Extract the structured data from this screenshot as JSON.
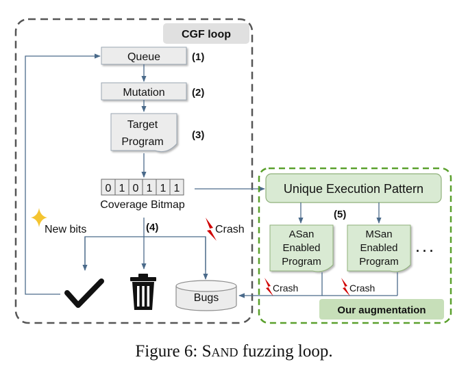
{
  "cgf_loop": {
    "title": "CGF loop",
    "queue": "Queue",
    "mutation": "Mutation",
    "target_program_line1": "Target",
    "target_program_line2": "Program",
    "bitmap_bits": [
      "0",
      "1",
      "0",
      "1",
      "1",
      "1"
    ],
    "bitmap_label": "Coverage Bitmap",
    "new_bits": "New bits",
    "crash": "Crash",
    "bugs": "Bugs"
  },
  "steps": {
    "s1": "(1)",
    "s2": "(2)",
    "s3": "(3)",
    "s4": "(4)",
    "s5": "(5)"
  },
  "augmentation": {
    "title": "Our augmentation",
    "unique_execution_pattern": "Unique Execution Pattern",
    "asan_line1": "ASan",
    "asan_line2": "Enabled",
    "asan_line3": "Program",
    "msan_line1": "MSan",
    "msan_line2": "Enabled",
    "msan_line3": "Program",
    "ellipsis": ". . .",
    "crash_asan": "Crash",
    "crash_msan": "Crash"
  },
  "colors": {
    "cgf_border": "#555555",
    "aug_border": "#5aa02c",
    "aug_fill": "#d9ead3",
    "gray_box": "#ececec",
    "arrow": "#4a6a8a",
    "crash_red": "#d00000",
    "sparkle": "#f4c430"
  },
  "caption": {
    "prefix": "Figure 6: ",
    "name": "Sand",
    "suffix": " fuzzing loop."
  }
}
